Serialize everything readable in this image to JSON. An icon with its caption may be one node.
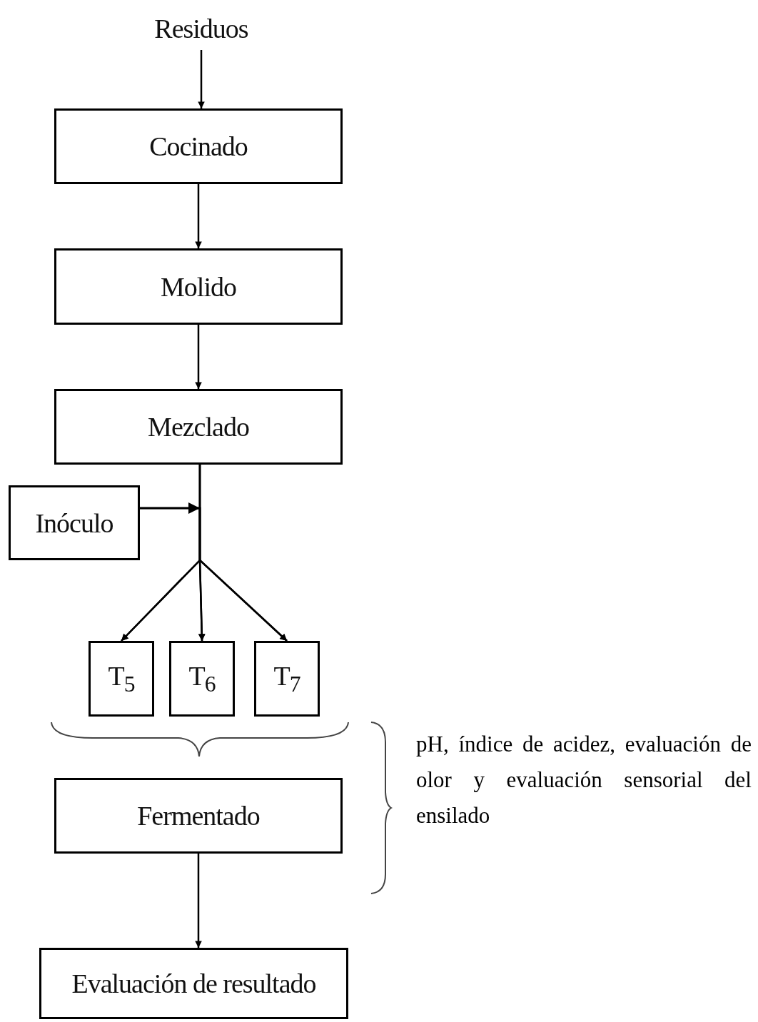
{
  "diagram": {
    "nodes": [
      {
        "text": [
          "Residuos"
        ]
      },
      {
        "text": [
          "Cocinado"
        ]
      },
      {
        "text": [
          "Molido"
        ]
      },
      {
        "text": [
          "Mezclado"
        ]
      },
      {
        "text": [
          "Inóculo"
        ]
      },
      {
        "text": [
          "T$_{5}$"
        ]
      },
      {
        "text": [
          "T$_{6}$"
        ]
      },
      {
        "text": [
          "T$_{7}$"
        ]
      },
      {
        "text": [
          "Fermentado"
        ]
      },
      {
        "text": [
          "Evaluación de resultado"
        ]
      }
    ],
    "edges": [
      {
        "from": 0,
        "to": 1,
        "arrow": "to"
      },
      {
        "from": 1,
        "to": 2,
        "arrow": "to"
      },
      {
        "from": 2,
        "to": 3,
        "arrow": "to"
      },
      {
        "from": 3,
        "to": 5,
        "arrow": "to"
      },
      {
        "from": 3,
        "to": 6,
        "arrow": "to"
      },
      {
        "from": 3,
        "to": 7,
        "arrow": "to"
      },
      {
        "from": 4,
        "to": 5,
        "arrow": "to"
      },
      {
        "from": 4,
        "to": 6,
        "arrow": "to"
      },
      {
        "from": 4,
        "to": 7,
        "arrow": "to"
      },
      {
        "from": 8,
        "to": 9,
        "arrow": "to"
      }
    ],
    "labels": [
      "pH, índice de acidez, evaluación de olor y evaluación sensorial del ensilado"
    ]
  }
}
